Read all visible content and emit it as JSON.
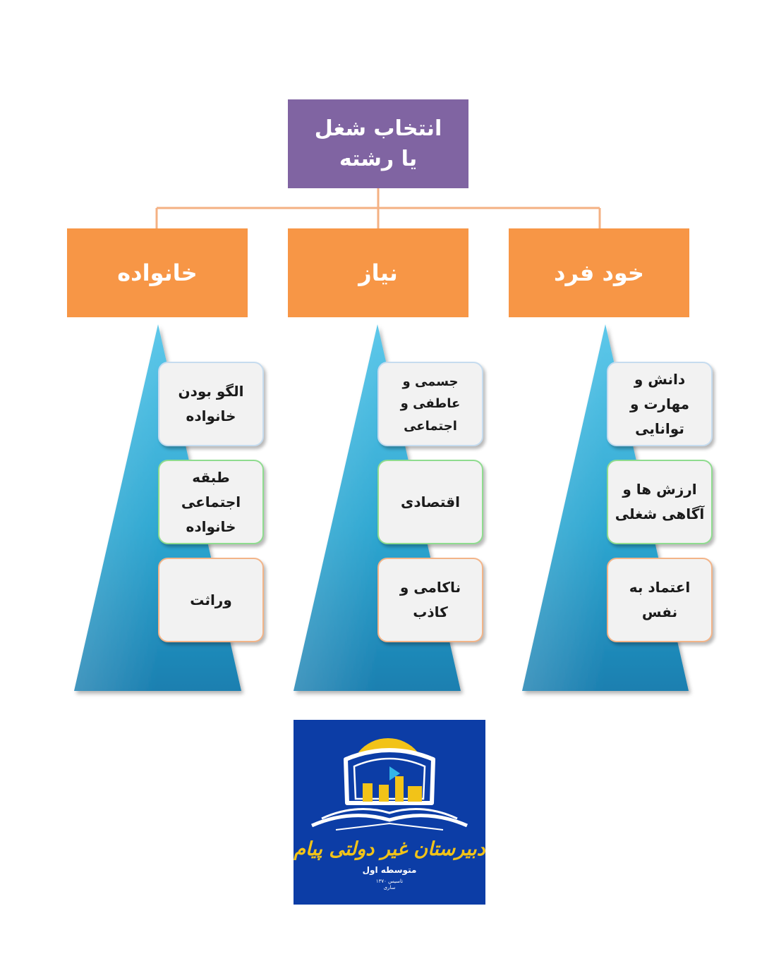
{
  "root": {
    "label": "انتخاب شغل یا رشته"
  },
  "categories": [
    {
      "label": "خانواده",
      "items": [
        "الگو بودن خانواده",
        "طبقه اجتماعی خانواده",
        "وراثت"
      ]
    },
    {
      "label": "نیاز",
      "items": [
        "جسمی و عاطفی و اجتماعی",
        "اقتصادی",
        "ناکامی و کاذب"
      ]
    },
    {
      "label": "خود فرد",
      "items": [
        "دانش و مهارت و توانایی",
        "ارزش ها و آگاهی شغلی",
        "اعتماد به نفس"
      ]
    }
  ],
  "logo": {
    "name": "پیام",
    "title": "دبیرستان غیر دولتی پیام",
    "level": "متوسطه اول",
    "established": "تاسیس ۱۳۷۰",
    "city": "ساری"
  },
  "colors": {
    "root": "#8064a2",
    "category": "#f79646",
    "connector": "#f4b183",
    "triangle": "#31b0d8",
    "logo_bg": "#0c3da6",
    "logo_gold": "#f2c318"
  }
}
